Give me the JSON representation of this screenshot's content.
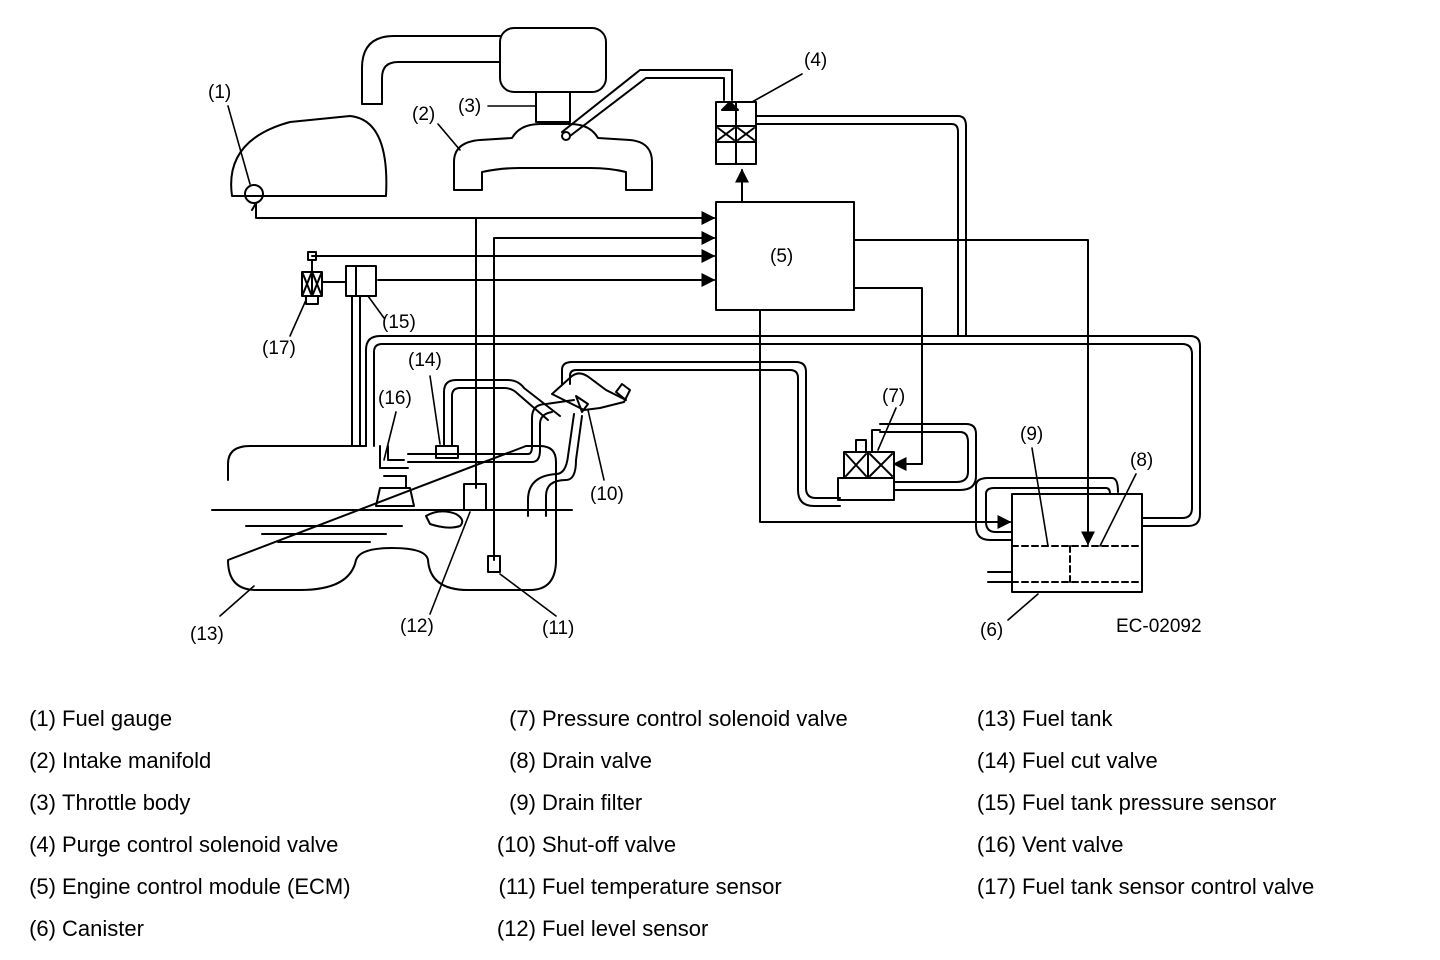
{
  "figure_code": "EC-02092",
  "callouts": [
    "(1)",
    "(2)",
    "(3)",
    "(4)",
    "(5)",
    "(6)",
    "(7)",
    "(8)",
    "(9)",
    "(10)",
    "(11)",
    "(12)",
    "(13)",
    "(14)",
    "(15)",
    "(16)",
    "(17)"
  ],
  "legend": [
    {
      "num": "(1)",
      "label": "Fuel gauge"
    },
    {
      "num": "(2)",
      "label": "Intake manifold"
    },
    {
      "num": "(3)",
      "label": "Throttle body"
    },
    {
      "num": "(4)",
      "label": "Purge control solenoid valve"
    },
    {
      "num": "(5)",
      "label": "Engine control module (ECM)"
    },
    {
      "num": "(6)",
      "label": "Canister"
    },
    {
      "num": "(7)",
      "label": "Pressure control solenoid valve"
    },
    {
      "num": "(8)",
      "label": "Drain valve"
    },
    {
      "num": "(9)",
      "label": "Drain filter"
    },
    {
      "num": "(10)",
      "label": "Shut-off valve"
    },
    {
      "num": "(11)",
      "label": "Fuel temperature sensor"
    },
    {
      "num": "(12)",
      "label": "Fuel level sensor"
    },
    {
      "num": "(13)",
      "label": "Fuel tank"
    },
    {
      "num": "(14)",
      "label": "Fuel cut valve"
    },
    {
      "num": "(15)",
      "label": "Fuel tank pressure sensor"
    },
    {
      "num": "(16)",
      "label": "Vent valve"
    },
    {
      "num": "(17)",
      "label": "Fuel tank sensor control valve"
    }
  ]
}
